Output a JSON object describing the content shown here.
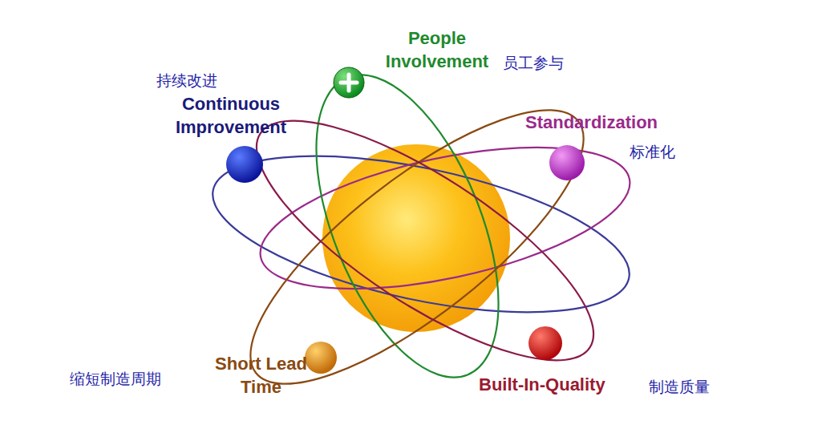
{
  "diagram": {
    "labels": [
      "People Involvement",
      "员工参与",
      "持续改进",
      "Continuous Improvement",
      "Standardization",
      "标准化",
      "缩短制造周期",
      "Short Lead Time",
      "Built-In-Quality",
      "制造质量"
    ]
  }
}
